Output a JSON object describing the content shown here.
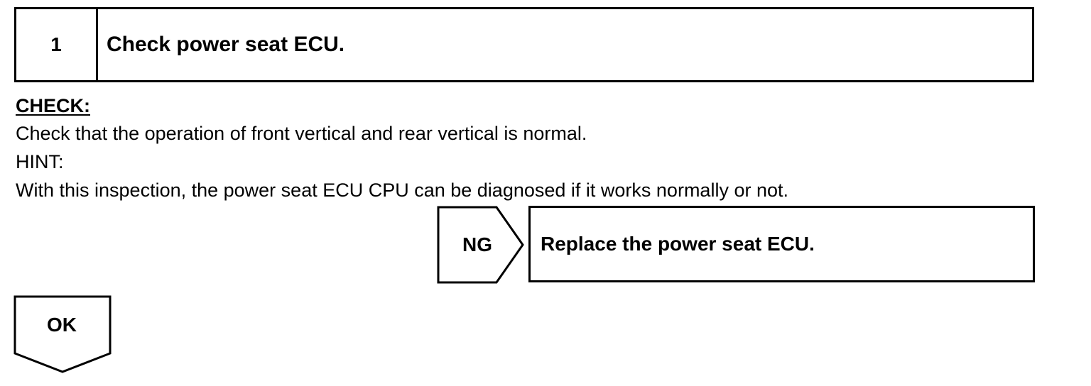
{
  "step": {
    "number": "1",
    "title": "Check power seat ECU."
  },
  "check": {
    "heading": "CHECK:",
    "instruction": "Check that the operation of front vertical and rear vertical is normal.",
    "hint_label": "HINT:",
    "hint_text": "With this inspection, the power seat ECU CPU can be diagnosed if it works normally or not."
  },
  "ng_branch": {
    "label": "NG",
    "action": "Replace the power seat ECU."
  },
  "ok_branch": {
    "label": "OK"
  }
}
